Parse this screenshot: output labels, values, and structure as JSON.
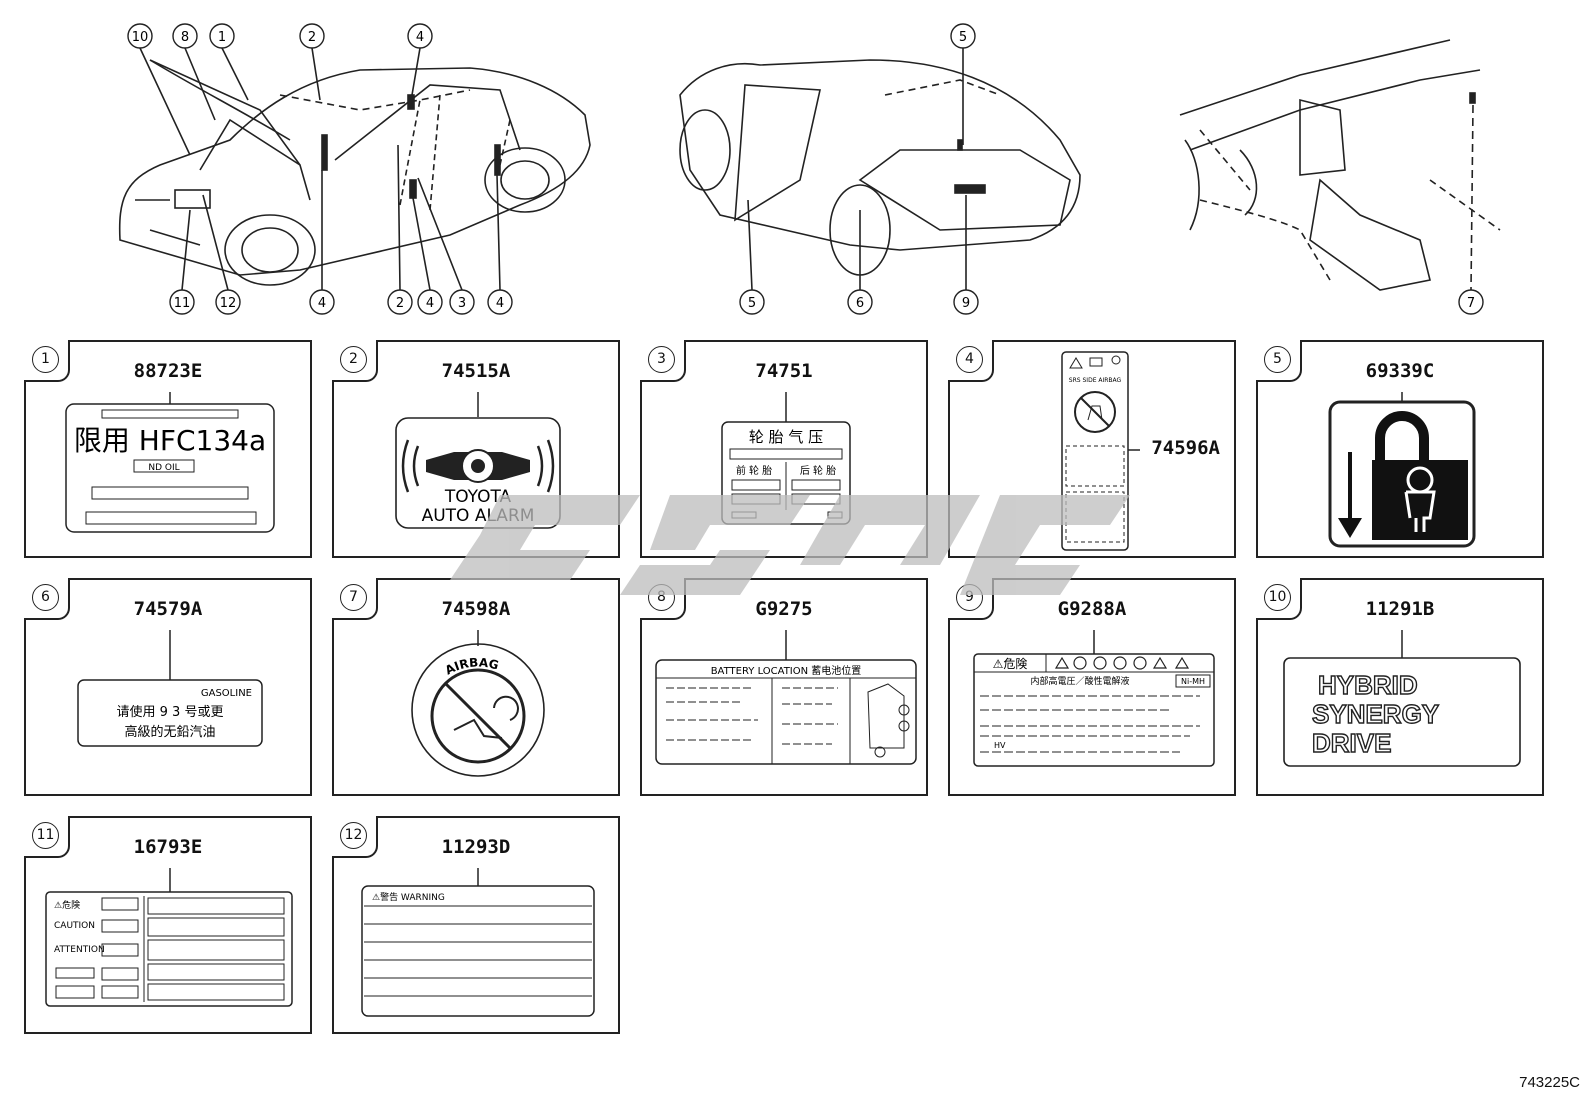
{
  "overview": {
    "callouts_front": [
      "10",
      "8",
      "1",
      "2",
      "4",
      "4",
      "2",
      "4",
      "3",
      "4",
      "11",
      "12"
    ],
    "callouts_rear": [
      "5",
      "5",
      "6",
      "9"
    ],
    "callouts_interior": [
      "7"
    ]
  },
  "panels": [
    {
      "num": "1",
      "code": "88723E",
      "text": {
        "t1": "限用 HFC134a",
        "t2": "ND OIL"
      }
    },
    {
      "num": "2",
      "code": "74515A",
      "text": {
        "t1": "TOYOTA",
        "t2": "AUTO ALARM"
      }
    },
    {
      "num": "3",
      "code": "74751",
      "text": {
        "t1": "轮 胎 气 压",
        "t2": "前 轮 胎",
        "t3": "后 轮 胎"
      }
    },
    {
      "num": "4",
      "code": "74596A",
      "text": {
        "t1": "SRS SIDE AIRBAG"
      }
    },
    {
      "num": "5",
      "code": "69339C",
      "text": {}
    },
    {
      "num": "6",
      "code": "74579A",
      "text": {
        "t1": "GASOLINE",
        "t2": "请使用 9 3 号或更",
        "t3": "高級的无鉛汽油"
      }
    },
    {
      "num": "7",
      "code": "74598A",
      "text": {
        "t1": "AIRBAG"
      }
    },
    {
      "num": "8",
      "code": "G9275",
      "text": {
        "t1": "BATTERY LOCATION 蓄电池位置"
      }
    },
    {
      "num": "9",
      "code": "G9288A",
      "text": {
        "t1": "⚠危険",
        "t2": "内部高電圧／酸性電解液",
        "t3": "Ni-MH",
        "t4": "HV"
      }
    },
    {
      "num": "10",
      "code": "11291B",
      "text": {
        "t1": "HYBRID",
        "t2": "SYNERGY",
        "t3": "DRIVE"
      }
    },
    {
      "num": "11",
      "code": "16793E",
      "text": {
        "t1": "⚠危険",
        "t2": "CAUTION",
        "t3": "ATTENTION"
      }
    },
    {
      "num": "12",
      "code": "11293D",
      "text": {
        "t1": "⚠警告 WARNING"
      }
    }
  ],
  "footer_code": "743225C"
}
